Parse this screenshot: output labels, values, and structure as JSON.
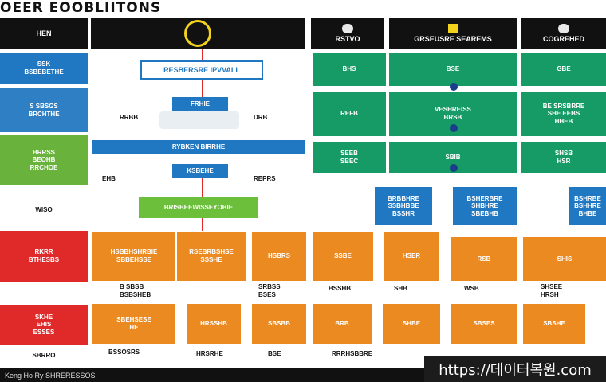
{
  "title": "OEER EOOBLIITONS",
  "headers": {
    "left": "HEN",
    "col1": "RSTVO",
    "col2": "GRSEUSRE SEAREMS",
    "col3": "COGREHED"
  },
  "left_labels": [
    "SSK\nBSBEBETHE",
    "S SBSGS\nBRCHTHE",
    "BRRSS\nBEOHB\nRRCHOE",
    "WISO",
    "RKRR\nBTHESBS",
    "SKHE\nEHIS\nESSES",
    "SBRRO"
  ],
  "center": {
    "top_box": "RESBERSRE IPVVALL",
    "box2": "FRHIE",
    "side_left": "RRBB",
    "side_right": "DRB",
    "banner": "RYBKEN BIRRHE",
    "box3": "KSBEHE",
    "side_left2": "EHB",
    "side_right2": "REPRS",
    "green_box": "BRISBEEWISSEYOBIE"
  },
  "teal_cells": {
    "row1": [
      "BHS",
      "BSE",
      "GBE"
    ],
    "row2": [
      "REFB",
      "VESHREISS\nBRSB",
      "BE SRSBRRE\nSHE EEBS\nHHEB"
    ],
    "row3": [
      "SEEB\nSBEC",
      "SBIB",
      "SHSB\nHSR"
    ]
  },
  "blue_cells": [
    "BRBBHRE\nSSBHBBE\nBSSHR",
    "BSHERBRE\nSHBHRE\nSBEBHB",
    "BSHRBE\nBSHHRE\nBHBE"
  ],
  "orange_row1": [
    "HSBBHSHRBIE\nSBBEHSSE",
    "RSEBRBSHSE\nSSSHE",
    "HSBRS",
    "SSBE",
    "HSER",
    "RSB",
    "SHIS"
  ],
  "mid_texts": [
    "B SBSB\nBSBSHEB",
    "SRBSS\nBSES",
    "BSSHB",
    "SHB",
    "WSB",
    "SHSEE\nHRSH"
  ],
  "orange_row2": [
    "SBEHSESE\nHE",
    "HRSSHB",
    "SBSBB",
    "BRB",
    "SHBE",
    "SBSES",
    "SBSHE"
  ],
  "bottom_labels": [
    "BSSOSRS",
    "HRSRHE",
    "BSE",
    "RRRHSBBRE"
  ],
  "footer": "Keng Ho Ry SHRERESSOS",
  "watermark": "https://데이터복원.com",
  "colors": {
    "blue": "#1f78c1",
    "green": "#69b33d",
    "red": "#e02a2a",
    "teal": "#169b66",
    "orange": "#ec8a22",
    "black": "#111111"
  }
}
